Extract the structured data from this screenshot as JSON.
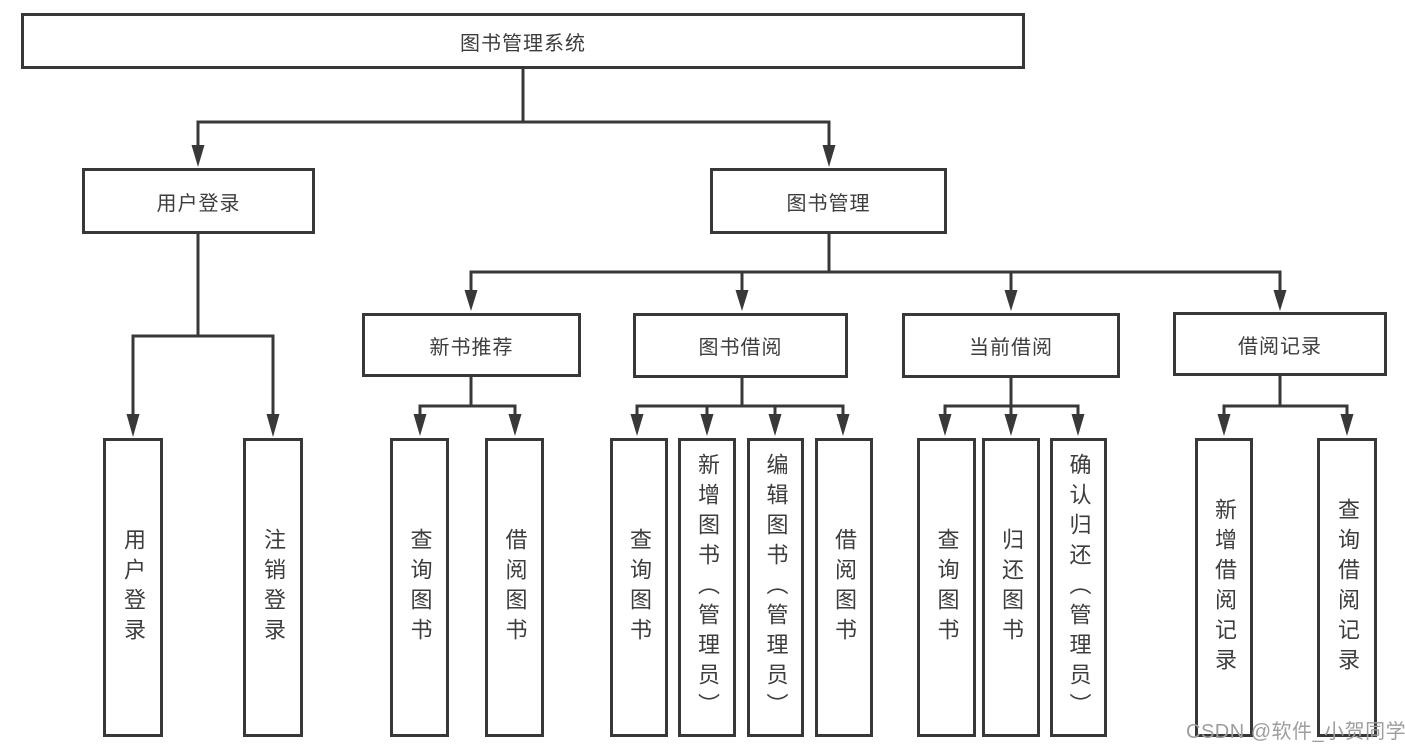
{
  "tree": {
    "root": {
      "label": "图书管理系统",
      "children": [
        {
          "label": "用户登录",
          "children": [
            {
              "label": "用户登录"
            },
            {
              "label": "注销登录"
            }
          ]
        },
        {
          "label": "图书管理",
          "children": [
            {
              "label": "新书推荐",
              "children": [
                {
                  "label": "查询图书"
                },
                {
                  "label": "借阅图书"
                }
              ]
            },
            {
              "label": "图书借阅",
              "children": [
                {
                  "label": "查询图书"
                },
                {
                  "label": "新增图书（管理员）"
                },
                {
                  "label": "编辑图书（管理员）"
                },
                {
                  "label": "借阅图书"
                }
              ]
            },
            {
              "label": "当前借阅",
              "children": [
                {
                  "label": "查询图书"
                },
                {
                  "label": "归还图书"
                },
                {
                  "label": "确认归还（管理员）"
                }
              ]
            },
            {
              "label": "借阅记录",
              "children": [
                {
                  "label": "新增借阅记录"
                },
                {
                  "label": "查询借阅记录"
                }
              ]
            }
          ]
        }
      ]
    }
  },
  "watermark": {
    "text": "CSDN @软件_小贺同学"
  },
  "colors": {
    "line": "#383838",
    "text": "#3d3d3d",
    "box_bg": "#ffffff",
    "background": "#ffffff",
    "watermark": "#9e9e9e"
  }
}
